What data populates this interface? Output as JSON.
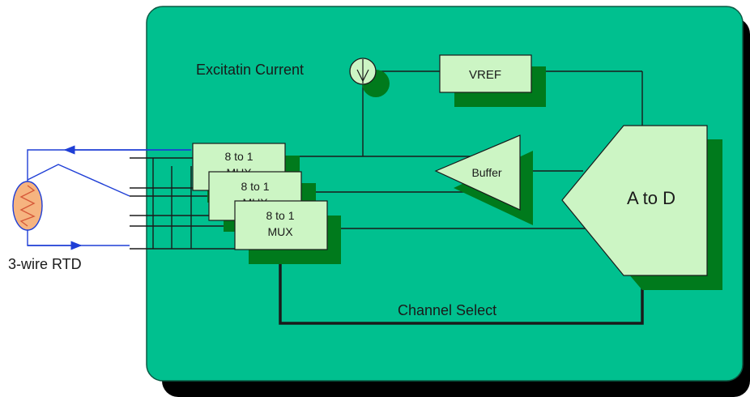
{
  "diagram": {
    "labels": {
      "excitation": "Excitatin Current",
      "vref": "VREF",
      "buffer": "Buffer",
      "adc": "A to D",
      "channel_select": "Channel Select",
      "rtd": "3-wire RTD"
    },
    "mux": [
      {
        "line1": "8 to 1",
        "line2": "MUX"
      },
      {
        "line1": "8 to 1",
        "line2": "MUX"
      },
      {
        "line1": "8 to 1",
        "line2": "MUX"
      }
    ],
    "colors": {
      "board": "#00c08f",
      "board_shadow": "#000000",
      "block_fill": "#ccf5c4",
      "block_shadow": "#007a1c",
      "wire": "#1a1a1a",
      "rtd_wire": "#1f3fd6",
      "rtd_fill": "#f6b480",
      "rtd_zigzag": "#d65a3a"
    },
    "icons": {
      "current_source": "current-source-icon",
      "resistor": "rtd-resistor-icon"
    }
  }
}
